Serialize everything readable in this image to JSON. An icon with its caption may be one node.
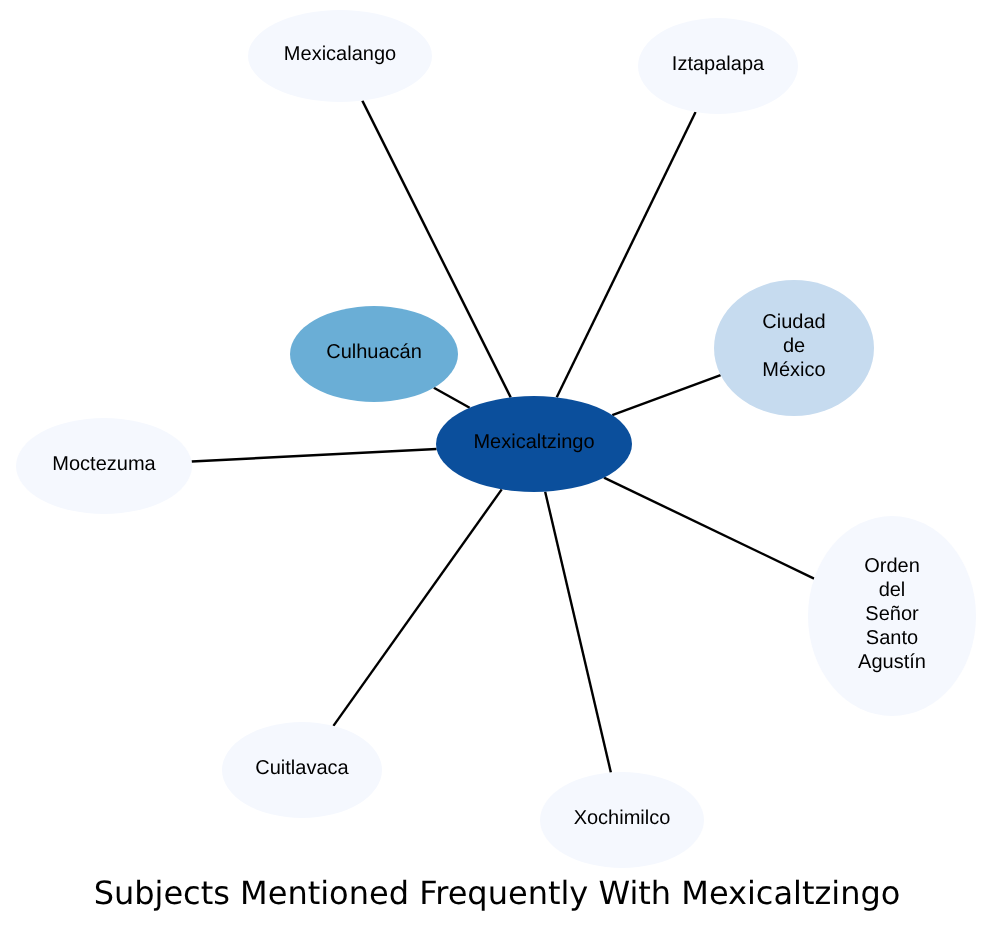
{
  "diagram": {
    "title": "Subjects Mentioned Frequently With Mexicaltzingo",
    "nodes": [
      {
        "text": [
          "Mexicaltzingo"
        ]
      },
      {
        "text": [
          "Mexicalango"
        ]
      },
      {
        "text": [
          "Iztapalapa"
        ]
      },
      {
        "text": [
          "Ciudad de México"
        ]
      },
      {
        "text": [
          "Culhuacán"
        ]
      },
      {
        "text": [
          "Moctezuma"
        ]
      },
      {
        "text": [
          "Orden del Señor Santo Agustín"
        ]
      },
      {
        "text": [
          "Cuitlavaca"
        ]
      },
      {
        "text": [
          "Xochimilco"
        ]
      }
    ],
    "edges": [
      {
        "from": 0,
        "to": 1,
        "arrow": "none"
      },
      {
        "from": 0,
        "to": 2,
        "arrow": "none"
      },
      {
        "from": 0,
        "to": 3,
        "arrow": "none"
      },
      {
        "from": 0,
        "to": 4,
        "arrow": "none"
      },
      {
        "from": 0,
        "to": 5,
        "arrow": "none"
      },
      {
        "from": 0,
        "to": 6,
        "arrow": "none"
      },
      {
        "from": 0,
        "to": 7,
        "arrow": "none"
      },
      {
        "from": 0,
        "to": 8,
        "arrow": "none"
      }
    ]
  }
}
